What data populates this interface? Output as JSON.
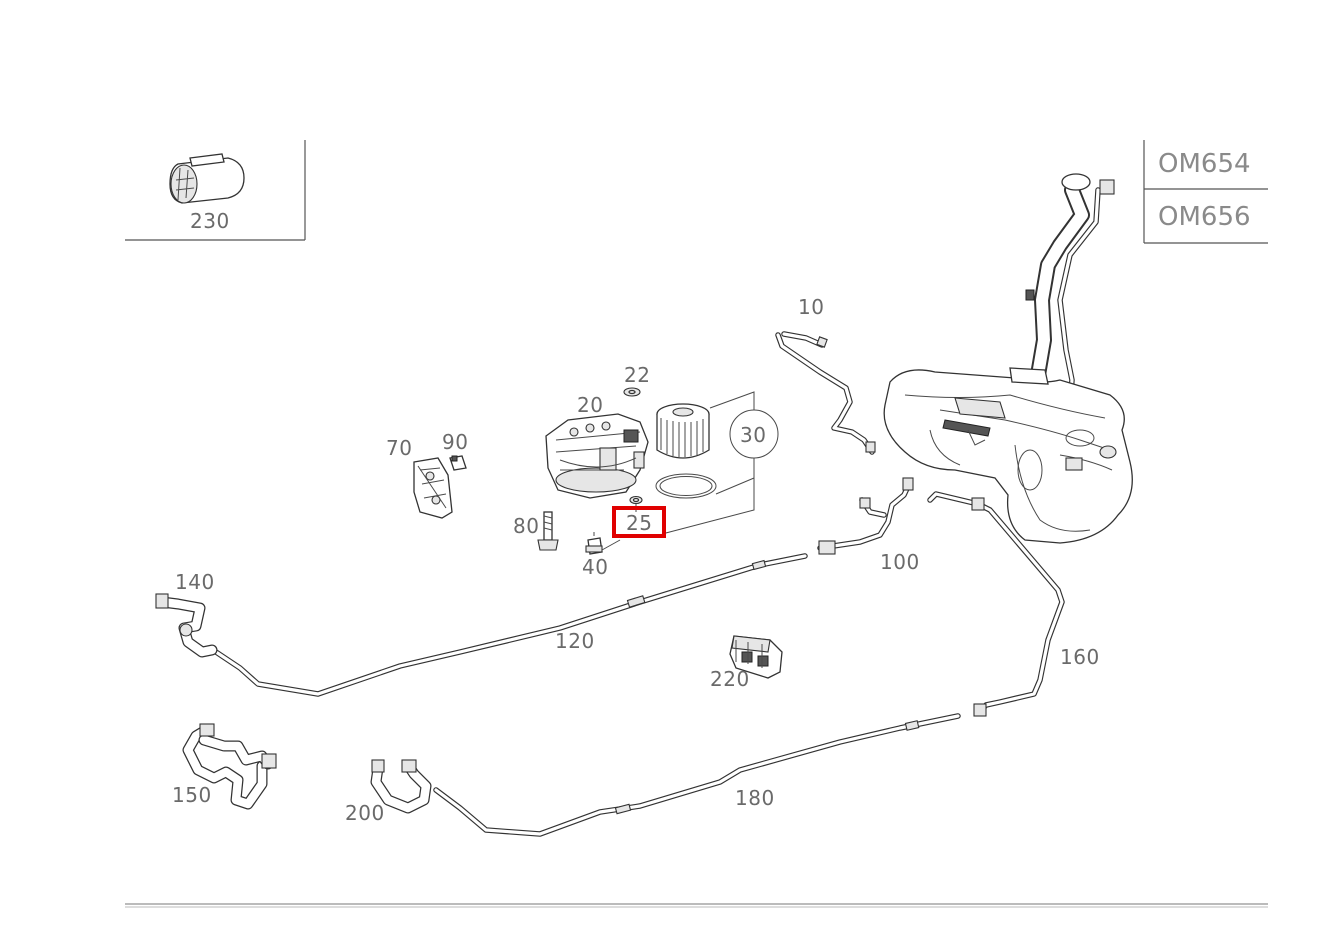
{
  "inset_part": {
    "number": "230"
  },
  "variants": [
    {
      "code": "OM654"
    },
    {
      "code": "OM656"
    }
  ],
  "callouts": {
    "p10": "10",
    "p20": "20",
    "p22": "22",
    "p25": "25",
    "p30": "30",
    "p40": "40",
    "p70": "70",
    "p80": "80",
    "p90": "90",
    "p100": "100",
    "p120": "120",
    "p140": "140",
    "p150": "150",
    "p160": "160",
    "p180": "180",
    "p200": "200",
    "p220": "220"
  },
  "selected_part": "25",
  "colors": {
    "highlight": "#e00000",
    "label": "#6a6a6a",
    "line": "#333333"
  }
}
